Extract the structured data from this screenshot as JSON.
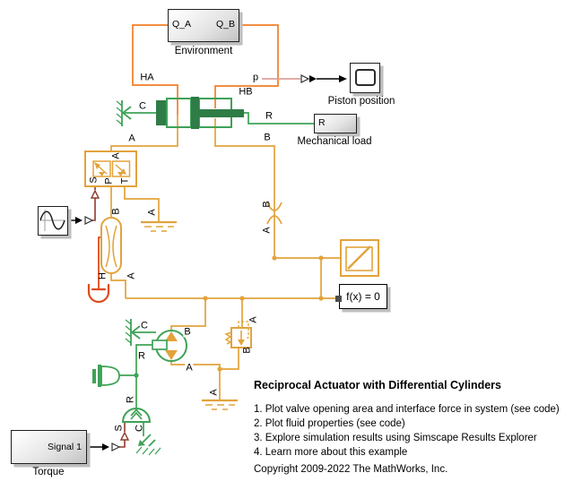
{
  "model": {
    "blocks": {
      "environment": {
        "name": "Environment",
        "port_qa": "Q_A",
        "port_qb": "Q_B"
      },
      "piston_position": {
        "name": "Piston position"
      },
      "mechanical_load": {
        "name": "Mechanical load",
        "port_r": "R"
      },
      "torque": {
        "name": "Torque",
        "signal": "Signal 1"
      },
      "solver_config": {
        "label": "f(x) = 0"
      }
    },
    "labels": {
      "ha": "HA",
      "hb": "HB",
      "p": "p",
      "cyl_c": "C",
      "rod_r": "R",
      "cyl_a": "A",
      "cyl_b": "B",
      "valve_a": "A",
      "valve_s": "S",
      "valve_p": "P",
      "valve_t": "T",
      "pipe_b": "B",
      "pipe_a": "A",
      "pipe_h": "H",
      "tank_valve_a": "A",
      "tank_return_a": "A",
      "orifice_b": "B",
      "orifice_a": "A",
      "pump_c": "C",
      "pump_b": "B",
      "pump_r": "R",
      "pump_a": "A",
      "relief_a": "A",
      "relief_b": "B",
      "source_r": "R",
      "source_s": "S",
      "source_c": "C"
    },
    "annotation": {
      "title": "Reciprocal Actuator with Differential Cylinders",
      "items": [
        "1. Plot valve opening area and interface force in system (see code)",
        "2. Plot fluid properties (see code)",
        "3. Explore simulation results using Simscape Results Explorer",
        "4. Learn more about this example"
      ],
      "copyright": "Copyright 2009-2022 The MathWorks, Inc."
    },
    "colors": {
      "hydraulic_yellow": "#E2A33C",
      "thermal_orange": "#F07E26",
      "thermal_red": "#DD4B1C",
      "mechanical_green": "#3FA257",
      "mechanical_dark_green": "#2E7C46",
      "signal_maroon": "#8E3B2F",
      "ps_pink": "#DFA098"
    }
  }
}
